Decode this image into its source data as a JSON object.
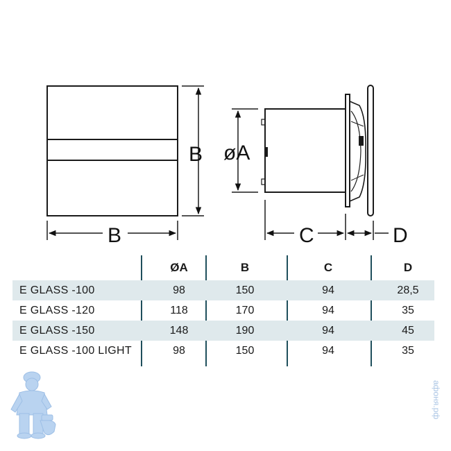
{
  "diagram": {
    "front_view_labels": {
      "width": "B",
      "height": "B"
    },
    "side_view_labels": {
      "diameter": "øA",
      "depth": "C",
      "flange": "D"
    }
  },
  "table": {
    "headers": [
      "",
      "ØA",
      "B",
      "C",
      "D"
    ],
    "rows": [
      {
        "model": "E GLASS -100",
        "a": "98",
        "b": "150",
        "c": "94",
        "d": "28,5"
      },
      {
        "model": "E GLASS -120",
        "a": "118",
        "b": "170",
        "c": "94",
        "d": "35"
      },
      {
        "model": "E GLASS -150",
        "a": "148",
        "b": "190",
        "c": "94",
        "d": "45"
      },
      {
        "model": "E GLASS -100 LIGHT",
        "a": "98",
        "b": "150",
        "c": "94",
        "d": "35"
      }
    ]
  },
  "watermark": {
    "text": "афоня.рф"
  },
  "colors": {
    "line": "#1a1a1a",
    "table_shade": "#dfe9ec",
    "divider": "#1f4f5c",
    "mascot": "#b9d3f0"
  },
  "icons": {
    "mascot": "plumber-mascot-icon"
  }
}
